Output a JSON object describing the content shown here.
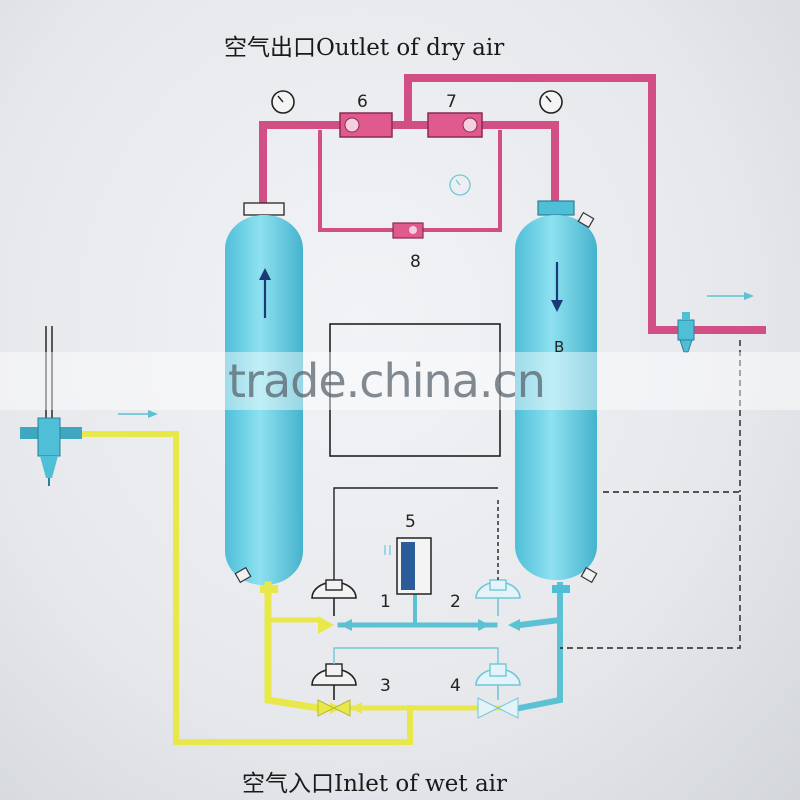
{
  "diagram": {
    "outlet_label": "空气出口Outlet of dry air",
    "inlet_label": "空气入口Inlet of wet air",
    "tank_b_label": "B",
    "valve_numbers": [
      "1",
      "2",
      "3",
      "4",
      "5",
      "6",
      "7",
      "8"
    ],
    "watermark": "trade.china.cn"
  },
  "colors": {
    "dry_line": "#d24f86",
    "wet_line": "#e8e84a",
    "regen_line": "#5cc2d3",
    "tank_fill": "#6fd0e6",
    "control_line": "#222222"
  }
}
